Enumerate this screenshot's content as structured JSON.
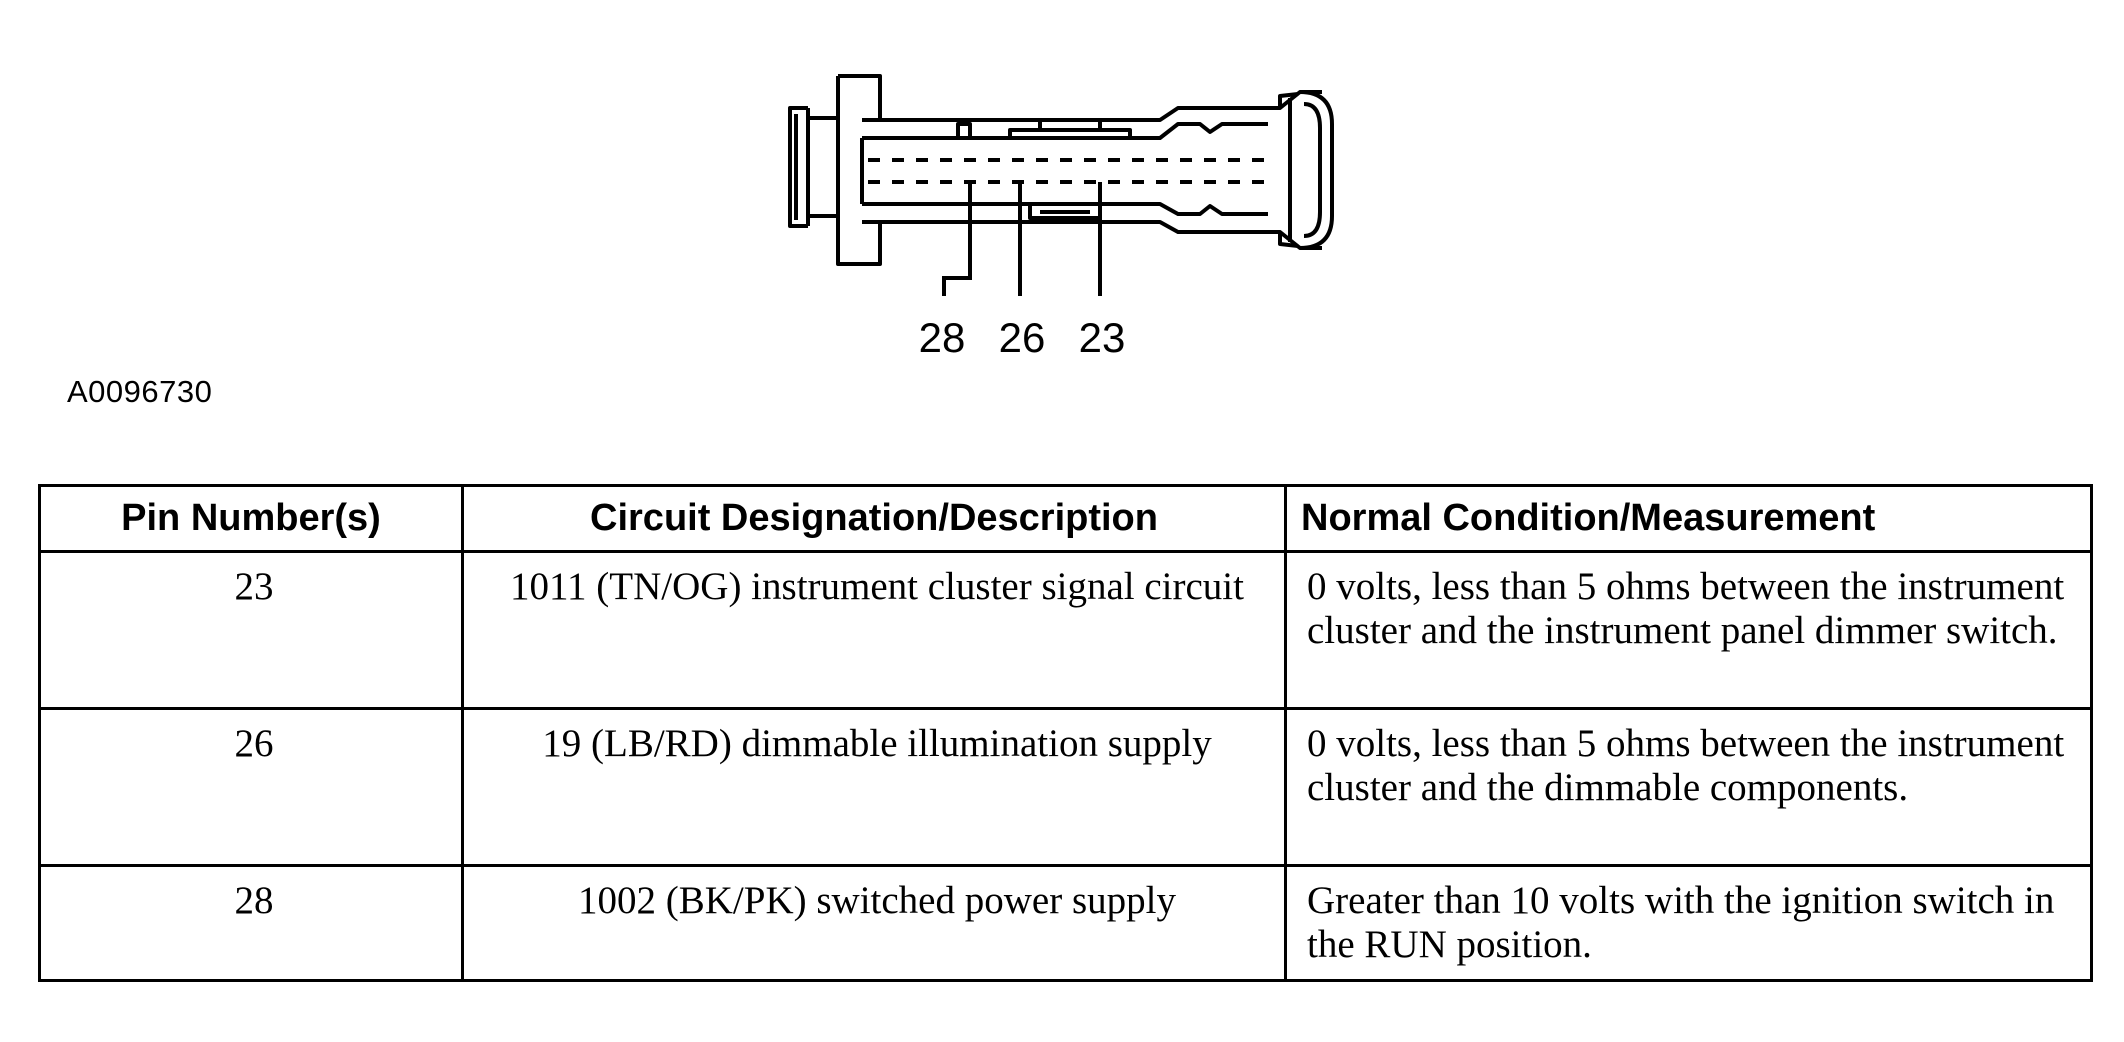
{
  "figure": {
    "id": "A0096730",
    "callouts": [
      "28",
      "26",
      "23"
    ]
  },
  "table": {
    "headers": [
      "Pin Number(s)",
      "Circuit Designation/Description",
      "Normal Condition/Measurement"
    ],
    "rows": [
      {
        "pin": "23",
        "description": "1011 (TN/OG) instrument cluster signal circuit",
        "condition": "0 volts, less than 5 ohms between the instrument cluster and the instrument panel dimmer switch."
      },
      {
        "pin": "26",
        "description": "19 (LB/RD) dimmable illumination supply",
        "condition": "0 volts, less than 5 ohms between the instrument cluster and the dimmable components."
      },
      {
        "pin": "28",
        "description": "1002 (BK/PK) switched power supply",
        "condition": "Greater than 10 volts with the ignition switch in the RUN position."
      }
    ]
  }
}
